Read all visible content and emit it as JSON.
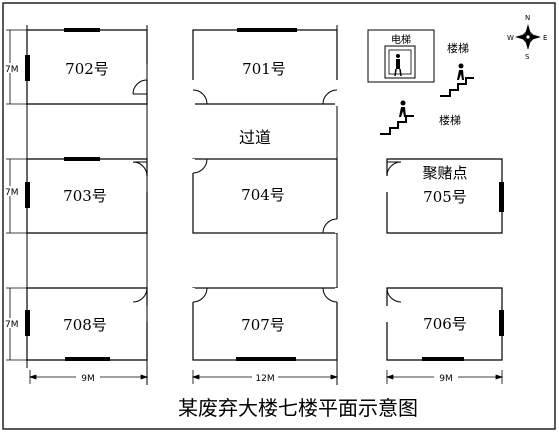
{
  "title": "某废弃大楼七楼平面示意图",
  "corridor_label": "过道",
  "gathering_label": "聚赌点",
  "elevator_label": "电梯",
  "stairs_labels": [
    "楼梯",
    "楼梯"
  ],
  "rooms": {
    "r702": "702号",
    "r701": "701号",
    "r703": "703号",
    "r704": "704号",
    "r705": "705号",
    "r708": "708号",
    "r707": "707号",
    "r706": "706号"
  },
  "dimensions": {
    "h_top": "7M",
    "h_mid": "7M",
    "h_bottom": "7M",
    "w_left": "9M",
    "w_mid": "12M",
    "w_right": "9M"
  },
  "compass": {
    "n": "N",
    "s": "S",
    "e": "E",
    "w": "W"
  }
}
